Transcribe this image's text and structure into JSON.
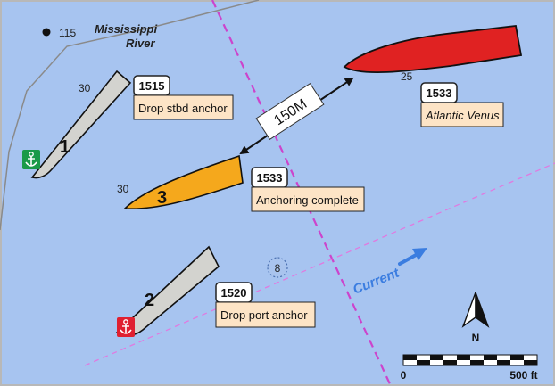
{
  "map": {
    "river_label_line1": "Mississippi",
    "river_label_line2": "River",
    "sounding_115": "115",
    "depth_30_top": "30",
    "depth_30_mid": "30",
    "depth_25": "25",
    "buoy_label": "8",
    "current_label": "Current",
    "north_label": "N",
    "scale_start": "0",
    "scale_end": "500 ft",
    "distance_label": "150M"
  },
  "vessels": [
    {
      "id": "1",
      "time": "1515",
      "caption": "Drop stbd anchor",
      "color": "#d3d3cf"
    },
    {
      "id": "3",
      "time": "1533",
      "caption": "Anchoring complete",
      "color": "#f5a81c"
    },
    {
      "id": "2",
      "time": "1520",
      "caption": "Drop port anchor",
      "color": "#d3d3cf"
    }
  ],
  "other_vessel": {
    "time": "1533",
    "name": "Atlantic Venus",
    "color": "#e02222"
  },
  "anchors": [
    {
      "name": "starboard-anchor",
      "color": "#1a9a48"
    },
    {
      "name": "port-anchor",
      "color": "#e02030"
    }
  ],
  "colors": {
    "water": "#a7c4f0",
    "label_bg": "#fde4c6",
    "channel_line": "#cc44cc",
    "current_arrow": "#3b7de0"
  }
}
